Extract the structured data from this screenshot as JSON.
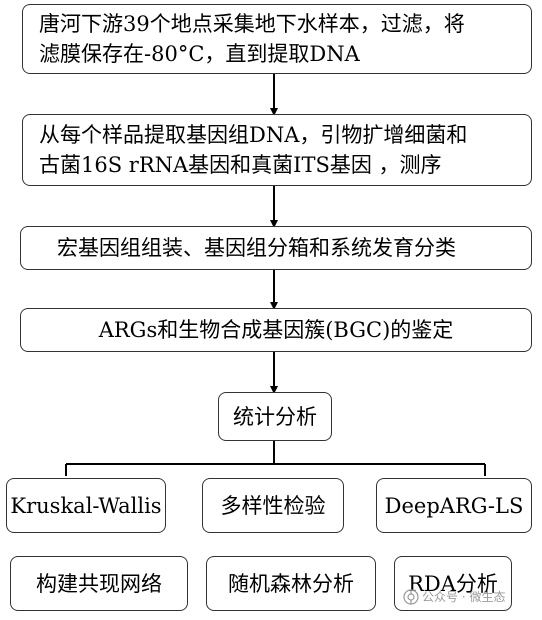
{
  "steps": [
    {
      "lines": [
        "唐河下游39个地点采集地下水样本，过滤，将",
        "滤膜保存在-80°C，直到提取DNA"
      ]
    },
    {
      "lines": [
        "从每个样品提取基因组DNA，引物扩增细菌和",
        "古菌16S rRNA基因和真菌ITS基因 ，测序"
      ]
    },
    {
      "label": "宏基因组组装、基因组分箱和系统发育分类"
    },
    {
      "label": "ARGs和生物合成基因簇(BGC)的鉴定"
    },
    {
      "label": "统计分析"
    }
  ],
  "analysis_methods": [
    {
      "label": "Kruskal-Wallis"
    },
    {
      "label": "多样性检验"
    },
    {
      "label": "DeepARG-LS"
    },
    {
      "label": "构建共现网络"
    },
    {
      "label": "随机森林分析"
    },
    {
      "label": "RDA分析"
    }
  ],
  "watermark": {
    "text": "公众号 · 微生态",
    "icon": "wechat-official-account-icon"
  },
  "colors": {
    "border": "#333333",
    "connector": "#000000",
    "watermark": "#9a9a9a"
  }
}
